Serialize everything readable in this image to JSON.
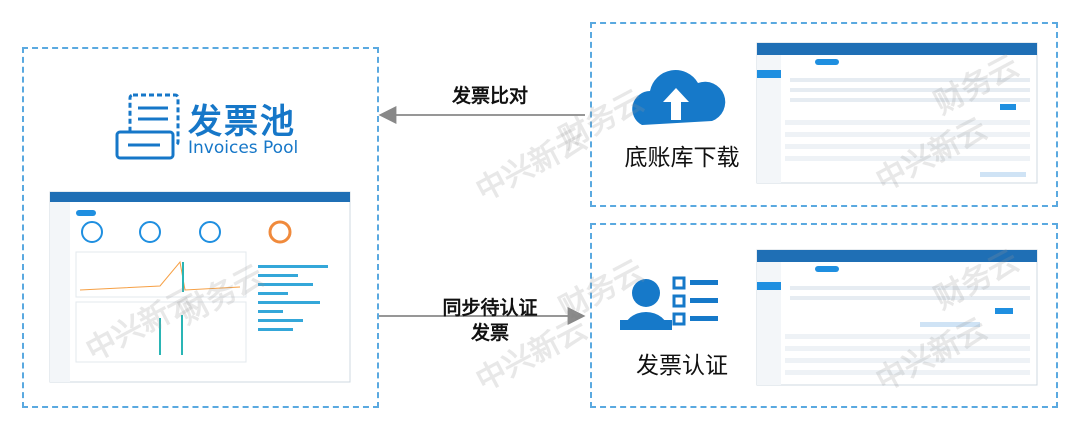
{
  "logo": {
    "title": "发票池",
    "subtitle": "Invoices Pool"
  },
  "edges": {
    "compare": "发票比对",
    "sync_line1": "同步待认证",
    "sync_line2": "发票"
  },
  "nodes": {
    "download": "底账库下载",
    "certification": "发票认证"
  },
  "watermark": {
    "brand": "中兴新云",
    "brand2": "财务云"
  },
  "colors": {
    "accent": "#1677c8",
    "dashed_border": "#5aa9e0",
    "arrow": "#888888"
  },
  "icons": [
    "invoice-pool-logo-icon",
    "cloud-upload-icon",
    "user-checklist-icon"
  ]
}
